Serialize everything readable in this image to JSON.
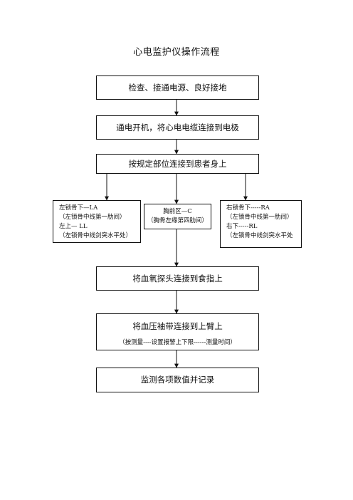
{
  "title": "心电监护仪操作流程",
  "steps": {
    "step1": "检查、接通电源、良好接地",
    "step2": "通电开机，将心电电缆连接到电极",
    "step3": "按规定部位连接到患者身上",
    "left": {
      "line1": "左锁骨下—LA",
      "line2": "（左锁骨中线第一肋间）",
      "line3": "左上—  LL",
      "line4": "（左锁骨中线剑突水平处）"
    },
    "middle": {
      "line1": "胸前区—C",
      "line2": "（胸骨左缘第四肋间）"
    },
    "right": {
      "line1": "右锁骨下-----RA",
      "line2": "（左锁骨中线第一肋间）",
      "line3": "右下-----RL",
      "line4": "（左锁骨中线剑突水平处"
    },
    "step4": "将血氧探头连接到食指上",
    "step5": "将血压袖带连接到上臂上",
    "step5_sub": "（按测量----设置报警上下限------测量时间）",
    "step6": "监测各项数值并记录"
  }
}
